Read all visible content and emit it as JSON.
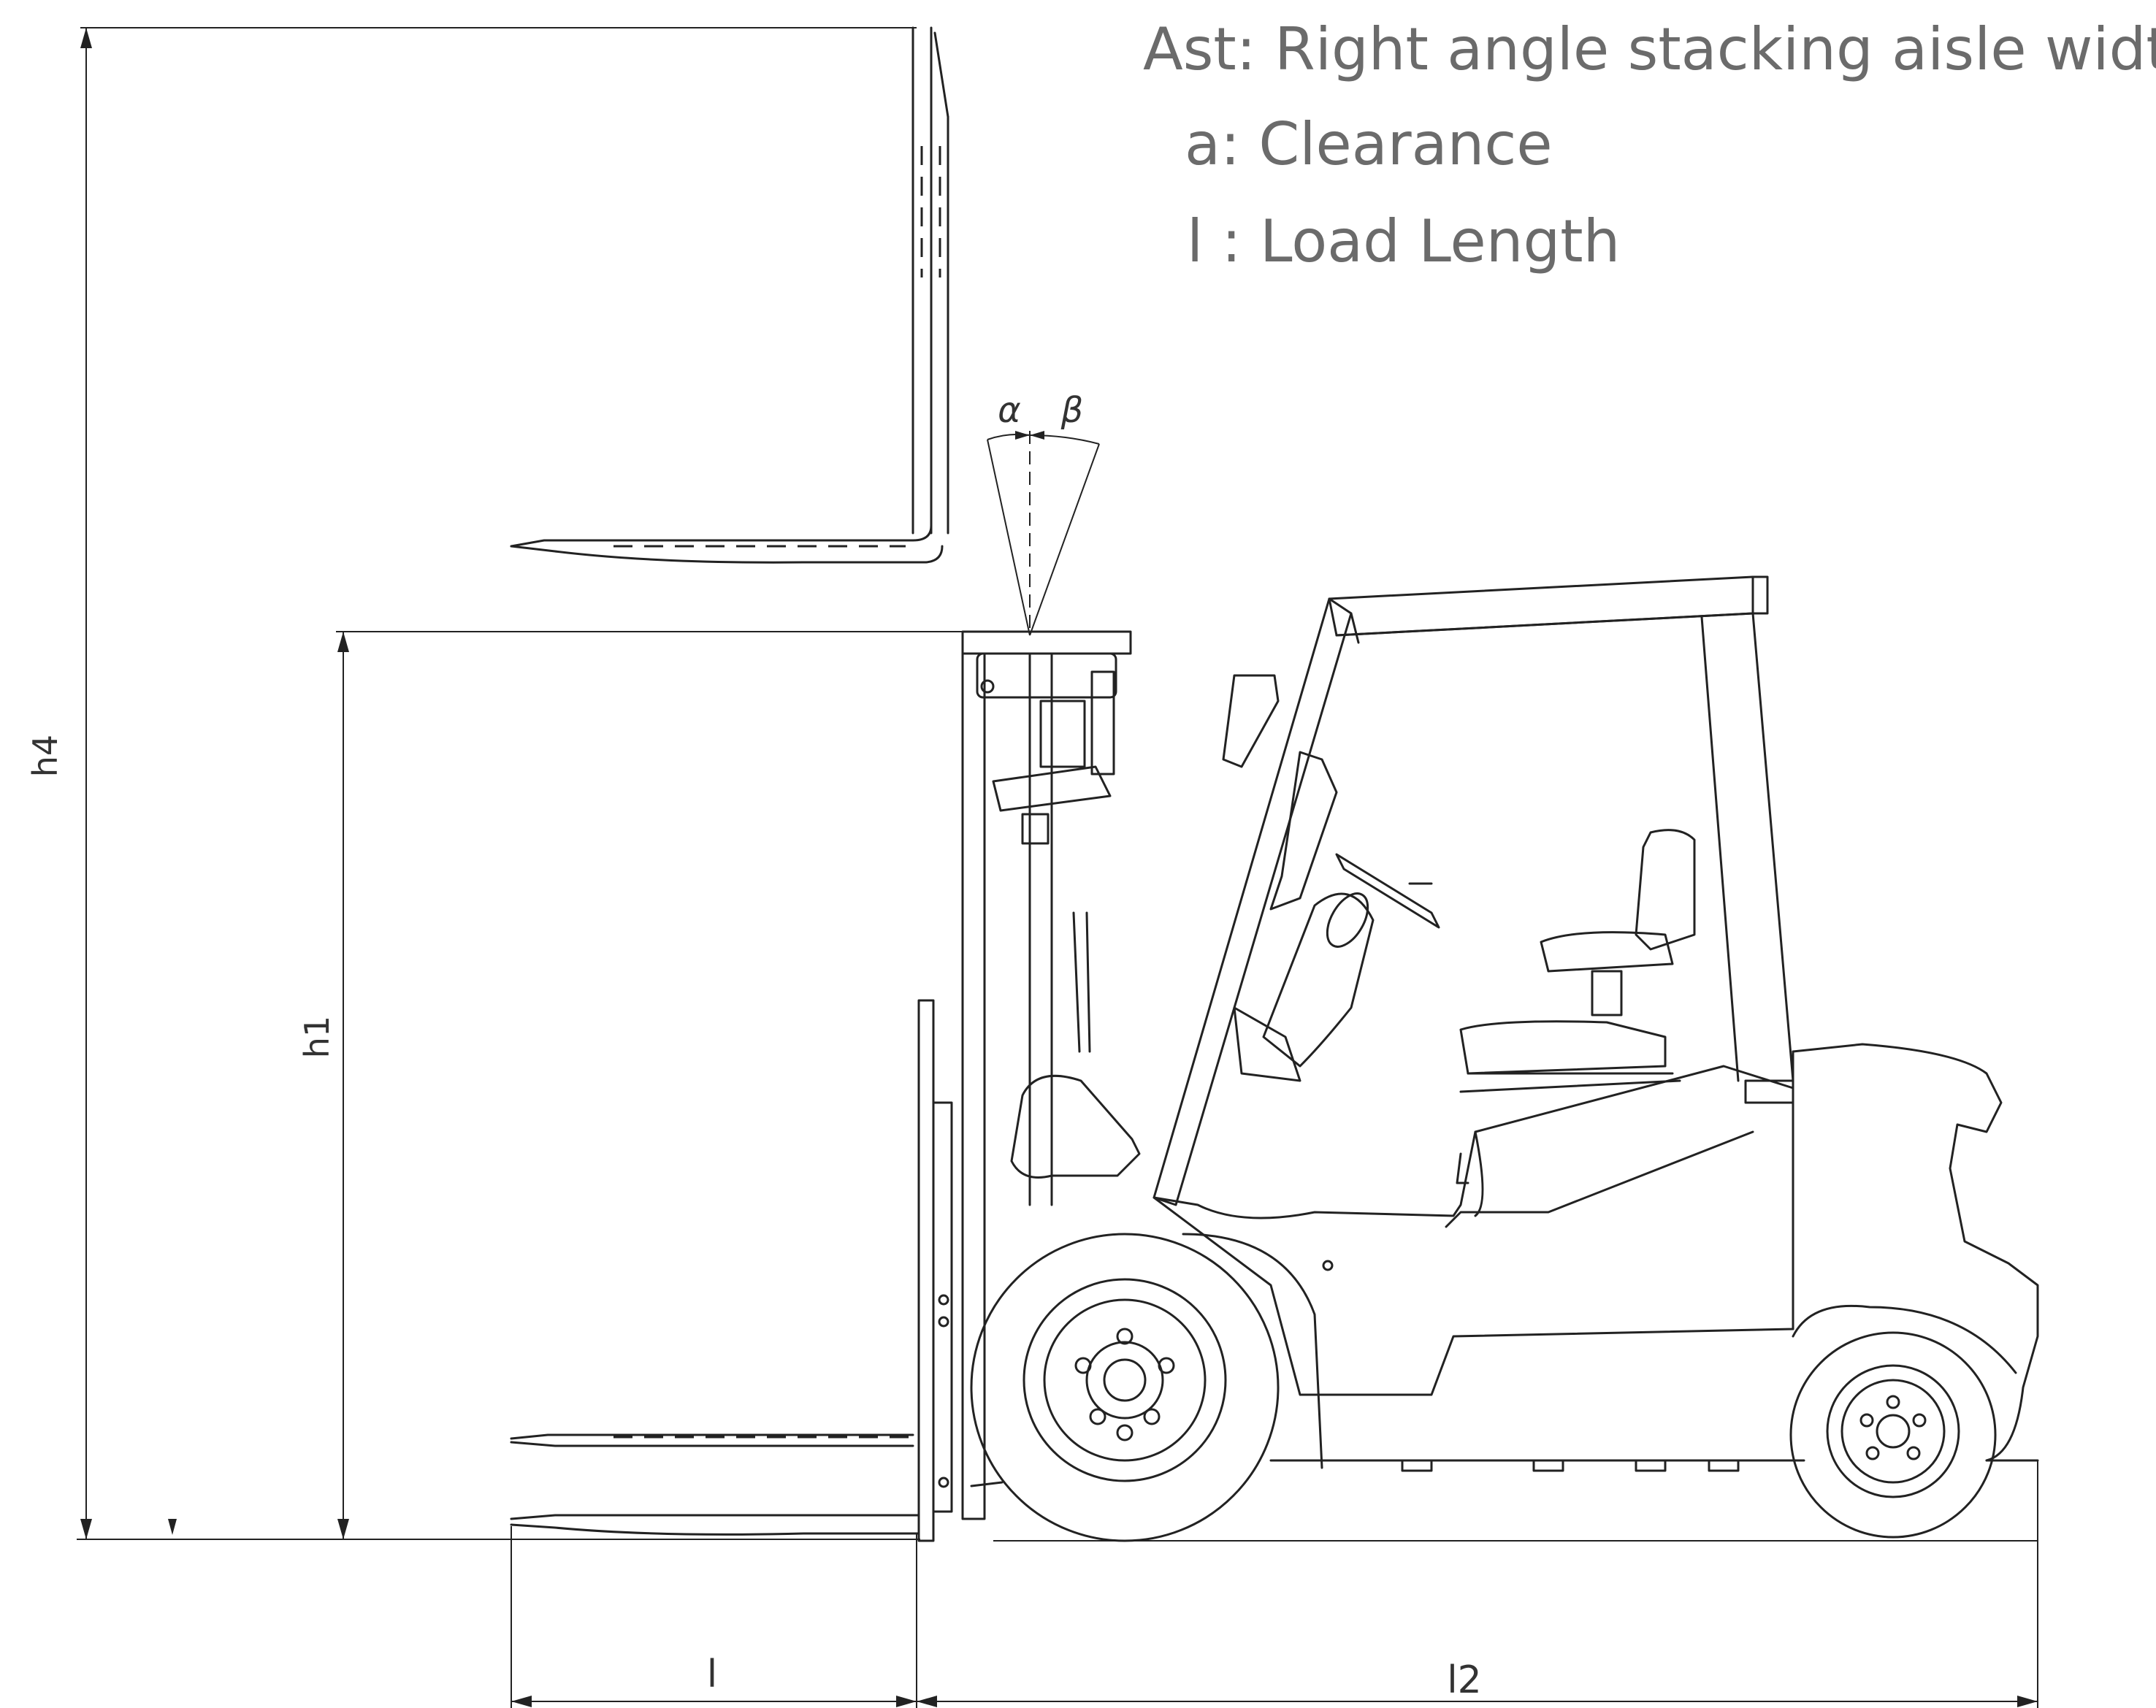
{
  "legend": {
    "ast": "Ast: Right angle stacking aisle width",
    "a": "a:  Clearance",
    "l": "l :  Load Length"
  },
  "labels": {
    "h4": "h4",
    "h1": "h1",
    "l": "l",
    "l2": "l2",
    "alpha": "α",
    "beta": "β"
  }
}
